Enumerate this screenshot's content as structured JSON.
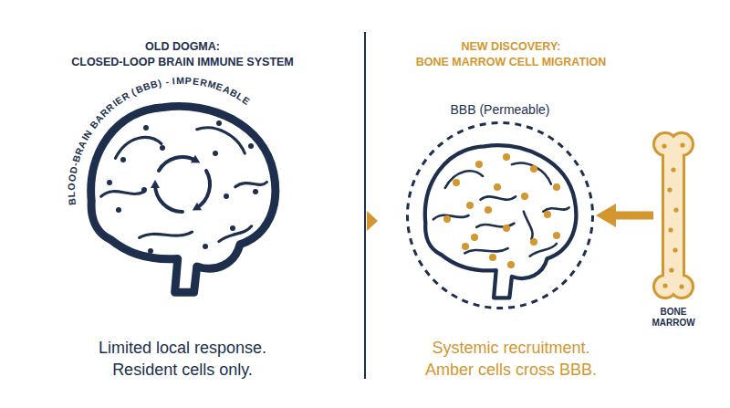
{
  "diagram": {
    "nodes": [
      {
        "text": [
          "BLOOD-BRAIN BARRIER (BBB) - IMPERMEABLE"
        ]
      },
      {
        "text": [
          "BBB (Permeable)"
        ]
      },
      {
        "text": [
          "BONE MARROW"
        ]
      }
    ],
    "edges": [
      {
        "from": 2,
        "to": 1,
        "arrow": "to"
      }
    ],
    "labels": [
      "OLD DOGMA:",
      "CLOSED-LOOP BRAIN IMMUNE SYSTEM",
      "NEW DISCOVERY:",
      "BONE MARROW CELL MIGRATION",
      "Limited local response. Resident cells only.",
      "Systemic recruitment. Amber cells cross BBB."
    ]
  }
}
